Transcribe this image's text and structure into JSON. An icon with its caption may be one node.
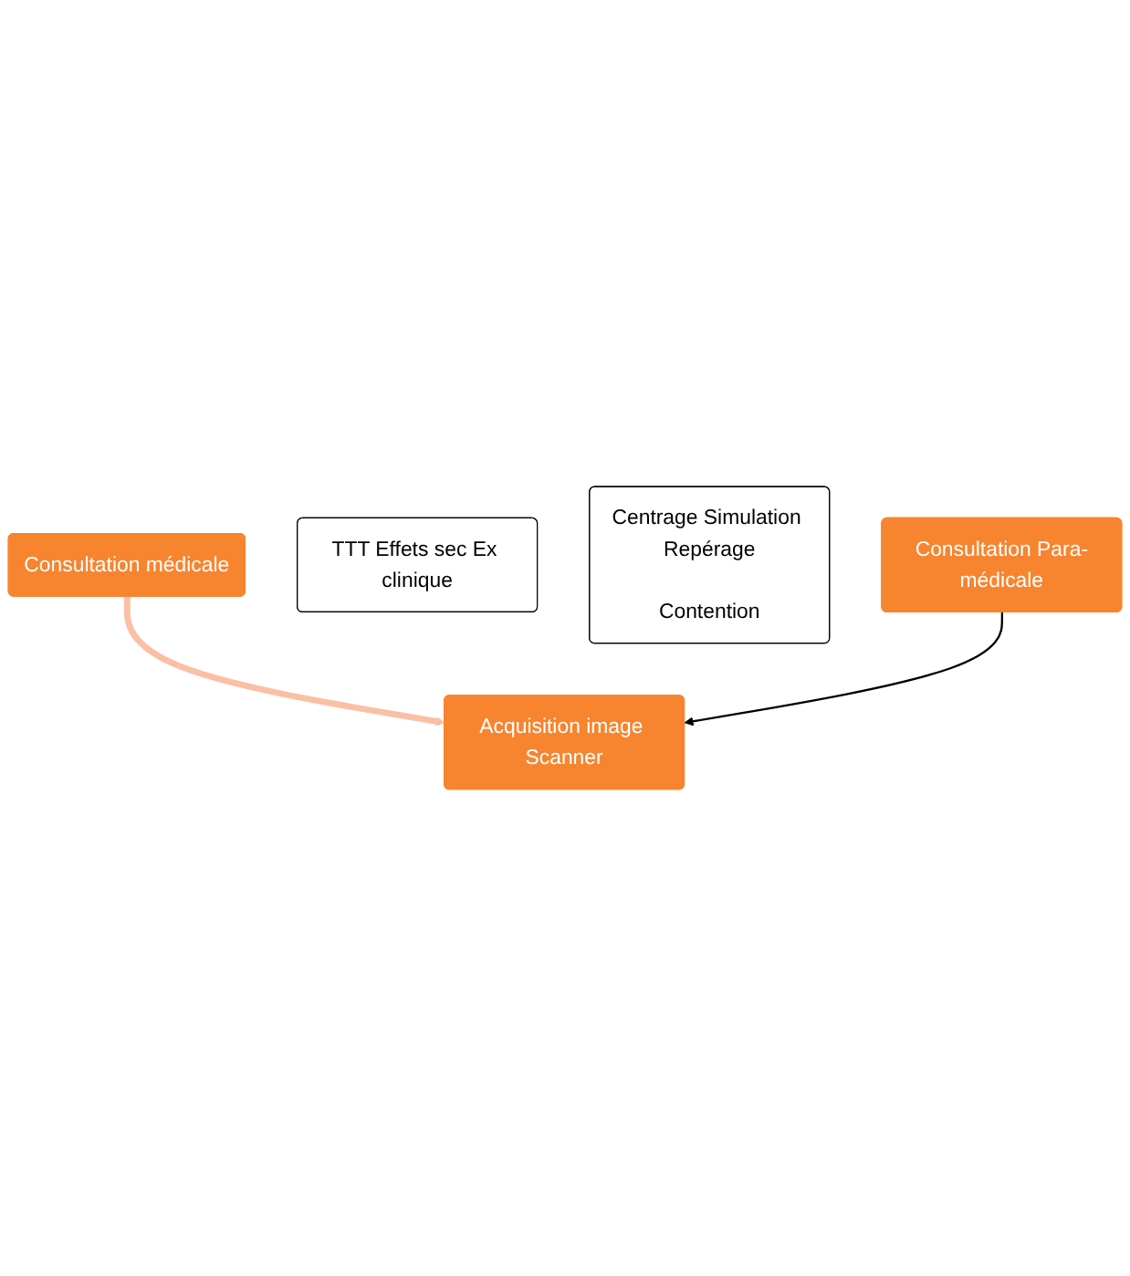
{
  "diagram": {
    "nodes": [
      {
        "text": [
          "Consultation médicale"
        ]
      },
      {
        "text": [
          "Acquisition image Scanner"
        ]
      },
      {
        "text": [
          "TTT Effets sec Ex clinique"
        ]
      },
      {
        "text": [
          "Centrage Simulation Repérage",
          "Contention"
        ]
      },
      {
        "text": [
          "Consultation Para-médicale"
        ]
      }
    ],
    "edges": [
      {
        "from": 0,
        "to": 1,
        "arrow": "to",
        "style": "thick",
        "color": "#fbbfa6"
      },
      {
        "from": 4,
        "to": 1,
        "arrow": "to",
        "color": "#000000"
      }
    ]
  }
}
